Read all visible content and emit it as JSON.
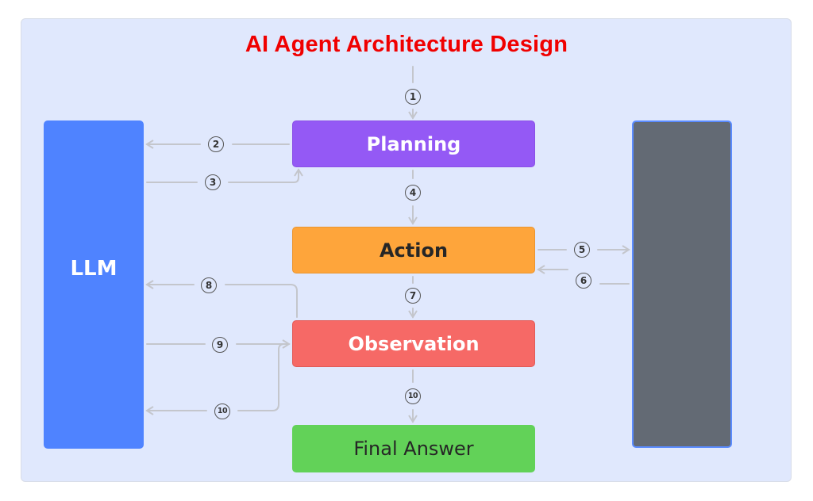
{
  "diagram": {
    "title": "AI Agent Architecture Design",
    "nodes": {
      "llm": "LLM",
      "tool": "",
      "planning": "Planning",
      "action": "Action",
      "observation": "Observation",
      "final_answer": "Final Answer"
    },
    "steps": [
      {
        "label": "1",
        "from": "title",
        "to": "Planning"
      },
      {
        "label": "2",
        "from": "Planning",
        "to": "LLM"
      },
      {
        "label": "3",
        "from": "LLM",
        "to": "Planning"
      },
      {
        "label": "4",
        "from": "Planning",
        "to": "Action"
      },
      {
        "label": "5",
        "from": "Action",
        "to": "Tool"
      },
      {
        "label": "6",
        "from": "Tool",
        "to": "Action"
      },
      {
        "label": "7",
        "from": "Action",
        "to": "Observation"
      },
      {
        "label": "8",
        "from": "Observation",
        "to": "LLM"
      },
      {
        "label": "9",
        "from": "LLM",
        "to": "Observation"
      },
      {
        "label": "10",
        "from": "Observation",
        "to": "LLM"
      },
      {
        "label": "10",
        "from": "Observation",
        "to": "Final Answer"
      }
    ],
    "colors": {
      "title": "#f00000",
      "background": "#e0e8fd",
      "llm": "#4f83ff",
      "tool": "#636a74",
      "planning": "#9459f5",
      "action": "#fea53b",
      "observation": "#f66966",
      "final_answer": "#62d258",
      "connector": "#c4c6cc"
    }
  }
}
